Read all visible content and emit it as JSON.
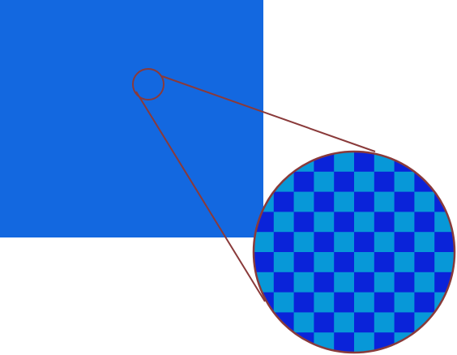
{
  "colors": {
    "background": "#ffffff",
    "dark_blue": "#0a23d9",
    "light_blue": "#0798d8",
    "blended_blue": "#1368e0",
    "outline": "#8a3a3a"
  },
  "pattern": {
    "type": "checkerboard",
    "checker_columns": 10,
    "checker_rows": 10
  }
}
